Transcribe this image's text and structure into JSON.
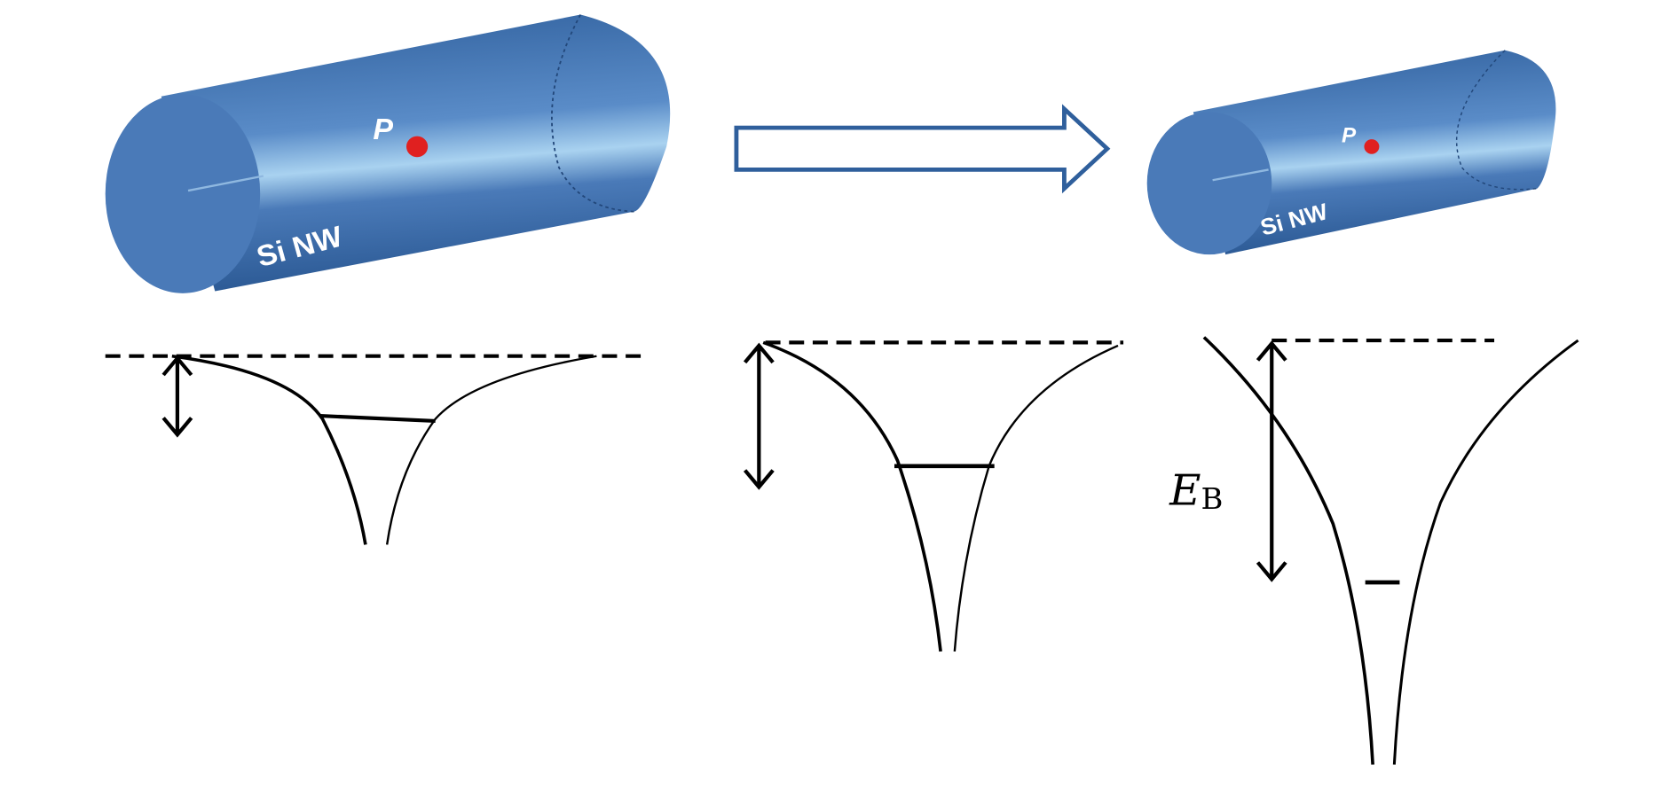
{
  "nanowire_large": {
    "label": "Si NW",
    "dopant": "P"
  },
  "nanowire_small": {
    "label": "Si NW",
    "dopant": "P"
  },
  "binding_energy_label": {
    "symbol": "E",
    "subscript": "B"
  },
  "colors": {
    "wire": "#4a7ab8",
    "wire_dark": "#2f5f9c",
    "highlight": "#a9d2f0",
    "dopant": "#e02020",
    "arrow": "#2f5f9c"
  }
}
